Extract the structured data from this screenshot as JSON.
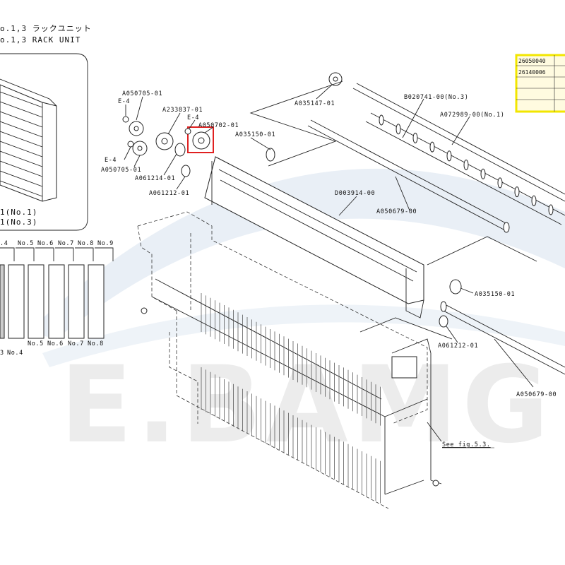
{
  "header": {
    "line1": "o.1,3 ラックユニット",
    "line2": "o.1,3 RACK UNIT"
  },
  "watermark": "E.BAMG",
  "inset_labels": {
    "no1": "1(No.1)",
    "no3": "1(No.3)"
  },
  "rack_numbers_top": [
    ".4",
    "No.5",
    "No.6",
    "No.7",
    "No.8",
    "No.9"
  ],
  "rack_numbers_bottom": [
    "3",
    "No.4",
    "No.5",
    "No.6",
    "No.7",
    "No.8"
  ],
  "part_labels": {
    "a050705_top": "A050705-01",
    "e4_top": "E-4",
    "a233837": "A233837-01",
    "e4_mid": "E-4",
    "a050702": "A050702-01",
    "e4_bottom": "E-4",
    "a050705_bottom": "A050705-01",
    "a061214": "A061214-01",
    "a061212_top": "A061212-01",
    "a035150_top": "A035150-01",
    "a035147": "A035147-01",
    "b020741": "B020741-00(No.3)",
    "a072989": "A072989-00(No.1)",
    "d003914": "D003914-00",
    "a050679_top": "A050679-00",
    "a035150_right": "A035150-01",
    "a061212_right": "A061212-01",
    "a050679_bottom": "A050679-00",
    "see_fig": "See fig.5.3."
  },
  "table_rows": [
    "26050040",
    "26140006"
  ],
  "colors": {
    "table_border": "#f2e600",
    "highlight": "#e02020",
    "watermark": "#ececec"
  }
}
